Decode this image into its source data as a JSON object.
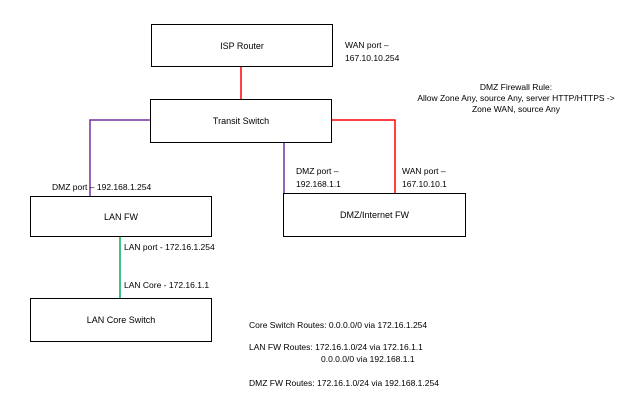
{
  "nodes": {
    "isp_router": "ISP Router",
    "transit_switch": "Transit Switch",
    "lan_fw": "LAN FW",
    "dmz_fw": "DMZ/Internet FW",
    "lan_core_switch": "LAN Core Switch"
  },
  "ports": {
    "isp_wan_line1": "WAN port –",
    "isp_wan_line2": "167.10.10.254",
    "lan_fw_dmz": "DMZ port – 192.168.1.254",
    "dmz_port_line1": "DMZ port –",
    "dmz_port_line2": "192.168.1.1",
    "wan_port_line1": "WAN port –",
    "wan_port_line2": "167.10.10.1",
    "lan_port": "LAN port - 172.16.1.254",
    "lan_core": "LAN Core - 172.16.1.1"
  },
  "firewall_rule": {
    "title": "DMZ Firewall Rule:",
    "line1": "Allow Zone Any, source Any, server HTTP/HTTPS ->",
    "line2": "Zone WAN, source Any"
  },
  "routes": {
    "core_switch": "Core Switch Routes: 0.0.0.0/0 via 172.16.1.254",
    "lan_fw_line1": "LAN FW Routes: 172.16.1.0/24 via 172.16.1.1",
    "lan_fw_line2": "0.0.0.0/0 via 192.168.1.1",
    "dmz_fw": "DMZ FW Routes: 172.16.1.0/24 via 192.168.1.254"
  },
  "link_colors": {
    "wan": "#ff0000",
    "dmz": "#7030a0",
    "lan": "#00b050"
  }
}
